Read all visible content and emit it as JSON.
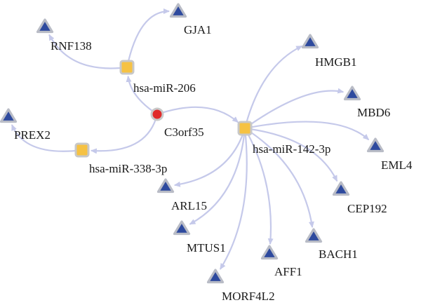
{
  "colors": {
    "gene": "#2e4a9e",
    "gene_outline": "#b9bcc6",
    "mirna": "#f6c243",
    "mirna_outline": "#c8c8c8",
    "hub": "#e02a2a",
    "hub_outline": "#c8c8c8",
    "edge": "#c5c9ea"
  },
  "nodes": {
    "c3orf35": {
      "label": "C3orf35",
      "kind": "hub"
    },
    "mir206": {
      "label": "hsa-miR-206",
      "kind": "mirna"
    },
    "mir338": {
      "label": "hsa-miR-338-3p",
      "kind": "mirna"
    },
    "mir142": {
      "label": "hsa-miR-142-3p",
      "kind": "mirna"
    },
    "gja1": {
      "label": "GJA1",
      "kind": "gene"
    },
    "rnf138": {
      "label": "RNF138",
      "kind": "gene"
    },
    "prex2": {
      "label": "PREX2",
      "kind": "gene"
    },
    "hmgb1": {
      "label": "HMGB1",
      "kind": "gene"
    },
    "mbd6": {
      "label": "MBD6",
      "kind": "gene"
    },
    "eml4": {
      "label": "EML4",
      "kind": "gene"
    },
    "cep192": {
      "label": "CEP192",
      "kind": "gene"
    },
    "bach1": {
      "label": "BACH1",
      "kind": "gene"
    },
    "aff1": {
      "label": "AFF1",
      "kind": "gene"
    },
    "morf4l2": {
      "label": "MORF4L2",
      "kind": "gene"
    },
    "mtus1": {
      "label": "MTUS1",
      "kind": "gene"
    },
    "arl15": {
      "label": "ARL15",
      "kind": "gene"
    }
  },
  "edges": [
    {
      "source": "c3orf35",
      "target": "mir206"
    },
    {
      "source": "c3orf35",
      "target": "mir338"
    },
    {
      "source": "c3orf35",
      "target": "mir142"
    },
    {
      "source": "mir206",
      "target": "gja1"
    },
    {
      "source": "mir206",
      "target": "rnf138"
    },
    {
      "source": "mir338",
      "target": "prex2"
    },
    {
      "source": "mir142",
      "target": "hmgb1"
    },
    {
      "source": "mir142",
      "target": "mbd6"
    },
    {
      "source": "mir142",
      "target": "eml4"
    },
    {
      "source": "mir142",
      "target": "cep192"
    },
    {
      "source": "mir142",
      "target": "bach1"
    },
    {
      "source": "mir142",
      "target": "aff1"
    },
    {
      "source": "mir142",
      "target": "morf4l2"
    },
    {
      "source": "mir142",
      "target": "mtus1"
    },
    {
      "source": "mir142",
      "target": "arl15"
    }
  ]
}
